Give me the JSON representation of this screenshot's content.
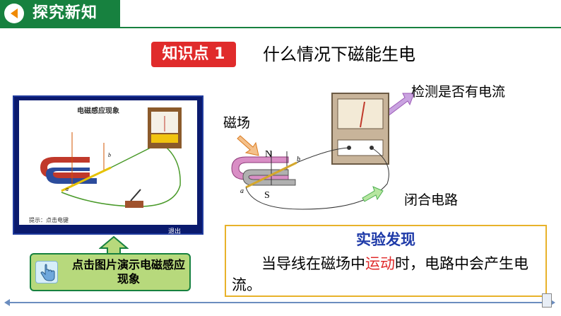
{
  "header": {
    "title": "探究新知",
    "accent_color": "#17813f",
    "icon": "back-arrow-icon"
  },
  "section": {
    "badge": "知识点 1",
    "title": "什么情况下磁能生电"
  },
  "demo": {
    "caption": "电磁感应现象",
    "hint": "提示：点击电键",
    "exit_label": "退出",
    "label_a": "a",
    "label_b": "b"
  },
  "callout": {
    "icon": "pointing-hand-icon",
    "text": "点击图片演示电磁感应现象"
  },
  "diagram": {
    "detect_label": "检测是否有电流",
    "field_label": "磁场",
    "circuit_label": "闭合电路",
    "pole_n": "N",
    "pole_s": "S",
    "wire_a": "a",
    "wire_b": "b"
  },
  "result": {
    "title": "实验发现",
    "text_before": "当导线在磁场中",
    "text_highlight": "运动",
    "text_after": "时，电路中会产生电流。",
    "title_color": "#1e3aa8",
    "highlight_color": "#e02b2b"
  }
}
